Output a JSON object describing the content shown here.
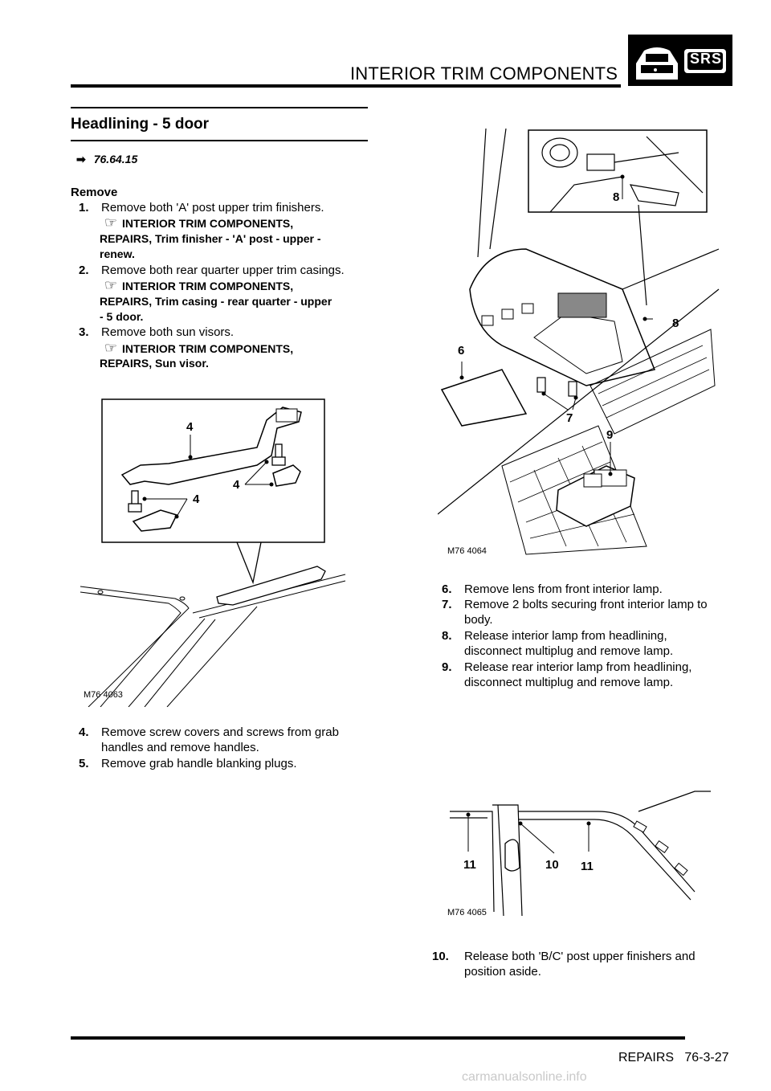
{
  "header": {
    "title": "INTERIOR TRIM COMPONENTS",
    "badge_text": "SRS"
  },
  "section": {
    "title": "Headlining - 5 door",
    "op_code": "76.64.15"
  },
  "remove_label": "Remove",
  "steps_left": [
    {
      "num": "1.",
      "text": "Remove both 'A' post upper trim finishers."
    },
    {
      "num": "2.",
      "text": "Remove both rear quarter upper trim casings."
    },
    {
      "num": "3.",
      "text": "Remove both sun visors."
    },
    {
      "num": "4.",
      "text": "Remove screw covers and screws from grab",
      "text2": "handles and remove handles."
    },
    {
      "num": "5.",
      "text": "Remove grab handle blanking plugs."
    }
  ],
  "refs": [
    {
      "line1": "INTERIOR TRIM COMPONENTS,",
      "line2": "REPAIRS, Trim finisher - 'A' post - upper -",
      "line3": "renew."
    },
    {
      "line1": "INTERIOR TRIM COMPONENTS,",
      "line2": "REPAIRS, Trim casing - rear quarter - upper",
      "line3": "- 5 door."
    },
    {
      "line1": "INTERIOR TRIM COMPONENTS,",
      "line2": "REPAIRS, Sun visor."
    }
  ],
  "steps_right": [
    {
      "num": "6.",
      "text": "Remove lens from front interior lamp."
    },
    {
      "num": "7.",
      "text": "Remove 2 bolts securing front interior lamp to",
      "text2": "body."
    },
    {
      "num": "8.",
      "text": "Release interior lamp from headlining,",
      "text2": "disconnect multiplug and remove lamp."
    },
    {
      "num": "9.",
      "text": "Release rear interior lamp from headlining,",
      "text2": "disconnect multiplug and remove lamp."
    },
    {
      "num": "10.",
      "text": "Release both 'B/C' post upper finishers and",
      "text2": "position aside."
    }
  ],
  "figures": {
    "fig1": {
      "label": "M76 4063",
      "callouts": [
        "4",
        "4",
        "4"
      ]
    },
    "fig2": {
      "label": "M76 4064",
      "callouts": [
        "8",
        "8",
        "6",
        "7",
        "9"
      ]
    },
    "fig3": {
      "label": "M76 4065",
      "callouts": [
        "11",
        "10",
        "11"
      ]
    }
  },
  "footer": {
    "text": "REPAIRS   76-3-27"
  },
  "watermark": "carmanualsonline.info"
}
